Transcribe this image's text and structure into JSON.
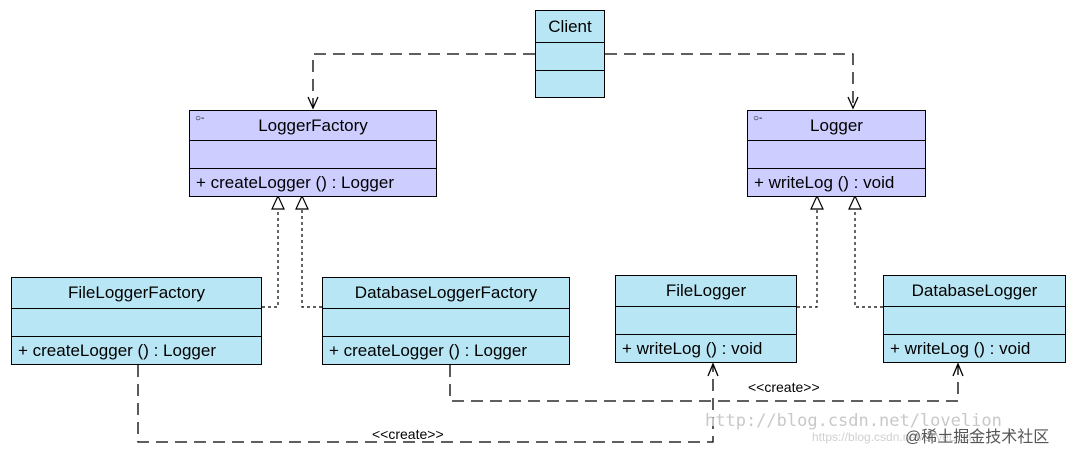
{
  "classes": {
    "client": {
      "name": "Client"
    },
    "logger_factory": {
      "stereotype": "○-",
      "name": "LoggerFactory",
      "op": "+  createLogger () : Logger"
    },
    "logger": {
      "stereotype": "○-",
      "name": "Logger",
      "op": "+  writeLog () : void"
    },
    "file_logger_factory": {
      "name": "FileLoggerFactory",
      "op": "+  createLogger () : Logger"
    },
    "database_logger_factory": {
      "name": "DatabaseLoggerFactory",
      "op": "+  createLogger () : Logger"
    },
    "file_logger": {
      "name": "FileLogger",
      "op": "+  writeLog () : void"
    },
    "database_logger": {
      "name": "DatabaseLogger",
      "op": "+  writeLog () : void"
    }
  },
  "labels": {
    "create_right": "<<create>>",
    "create_bottom": "<<create>>"
  },
  "watermark": {
    "url": "http://blog.csdn.net/lovelion",
    "url_small": "https://blog.csdn.net/LoveLion",
    "brand": "@稀土掘金技术社区"
  },
  "colors": {
    "interface_fill": "#cdcdff",
    "class_fill": "#b8e6f5",
    "line": "#000000"
  }
}
